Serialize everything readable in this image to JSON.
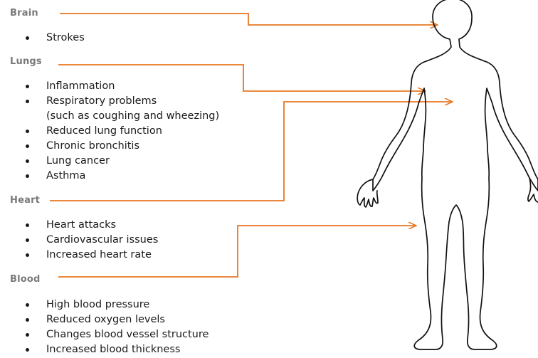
{
  "sections": [
    {
      "id": "brain",
      "title": "Brain",
      "items": [
        {
          "text": "Strokes"
        }
      ]
    },
    {
      "id": "lungs",
      "title": "Lungs",
      "items": [
        {
          "text": "Inflammation"
        },
        {
          "text": "Respiratory problems",
          "continuation": "(such as coughing and wheezing)"
        },
        {
          "text": "Reduced lung function"
        },
        {
          "text": "Chronic bronchitis"
        },
        {
          "text": "Lung cancer"
        },
        {
          "text": "Asthma"
        }
      ]
    },
    {
      "id": "heart",
      "title": "Heart",
      "items": [
        {
          "text": "Heart attacks"
        },
        {
          "text": "Cardiovascular issues"
        },
        {
          "text": "Increased heart rate"
        }
      ]
    },
    {
      "id": "blood",
      "title": "Blood",
      "items": [
        {
          "text": "High blood pressure"
        },
        {
          "text": "Reduced oxygen levels"
        },
        {
          "text": "Changes blood vessel structure"
        },
        {
          "text": "Increased blood thickness"
        }
      ]
    }
  ],
  "colors": {
    "connector": "#e87722",
    "heading": "#7a7a7a",
    "outline": "#111111"
  },
  "figure": {
    "icon": "human-body-outline-icon"
  }
}
